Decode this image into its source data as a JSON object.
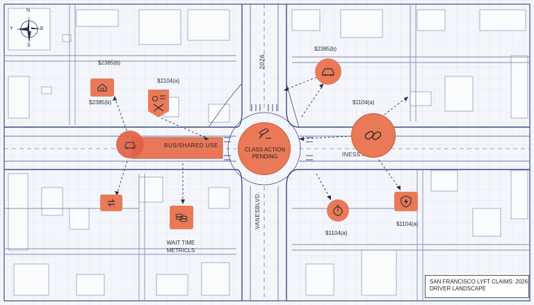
{
  "title": "SAN FRANCISCO LYFT CLAIMS: 2026\nDRIVER LANDSCAPE",
  "compass": {
    "n": "N",
    "s": "S",
    "e": "E",
    "w": "Y"
  },
  "streets": {
    "vertical_north": "2026",
    "vertical_south": "VANESBLVD.",
    "east_ave": "INESS AVE",
    "bus_lane": "BUS/SHARED USE"
  },
  "center_hub": "CLASS ACTION\nPENDING",
  "labels": {
    "top_left_amount": "$2385(b)",
    "house_amount": "$2385(b)",
    "tools_amount": "$2104(a)",
    "car_top_amount": "$2385(b)",
    "chain_amount": "$1104(a)",
    "timer_amount": "$1104(a)",
    "shield_amount": "$1104(a)",
    "wait_time": "WAIT TIME\nMETRICLS"
  },
  "icons": [
    "house-cloud-icon",
    "gear-tools-icon",
    "car-icon",
    "exchange-icon",
    "coins-stack-icon",
    "gavel-icon",
    "car-top-icon",
    "chain-link-icon",
    "stopwatch-icon",
    "shield-bolt-icon"
  ],
  "colors": {
    "accent": "#ea7a57",
    "accent_dark": "#c85a3a",
    "grid": "#c9d2ea",
    "road": "#3a4a8a"
  }
}
